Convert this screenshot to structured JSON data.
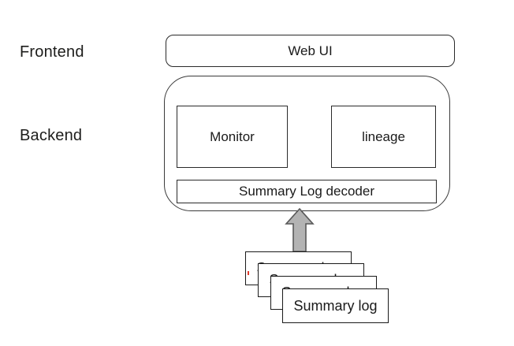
{
  "diagram": {
    "title": "Frontend / Backend log architecture diagram",
    "labels": {
      "frontend": "Frontend",
      "backend": "Backend"
    },
    "frontend_box": {
      "label": "Web UI"
    },
    "backend_container": {
      "monitor_label": "Monitor",
      "lineage_label": "lineage",
      "decoder_label": "Summary Log decoder"
    },
    "log_stack": {
      "label": "Summary log",
      "count": 4
    },
    "arrow": {
      "direction": "up",
      "from": "summary-log-stack",
      "to": "summary-log-decoder"
    },
    "colors": {
      "background": "#ffffff",
      "text": "#1a1a1a",
      "box_border": "#2a2a2a",
      "container_border": "#3a3a3a",
      "arrow_fill": "#b3b3b3",
      "arrow_stroke": "#595959",
      "red_artifact": "#e03c2d"
    }
  }
}
